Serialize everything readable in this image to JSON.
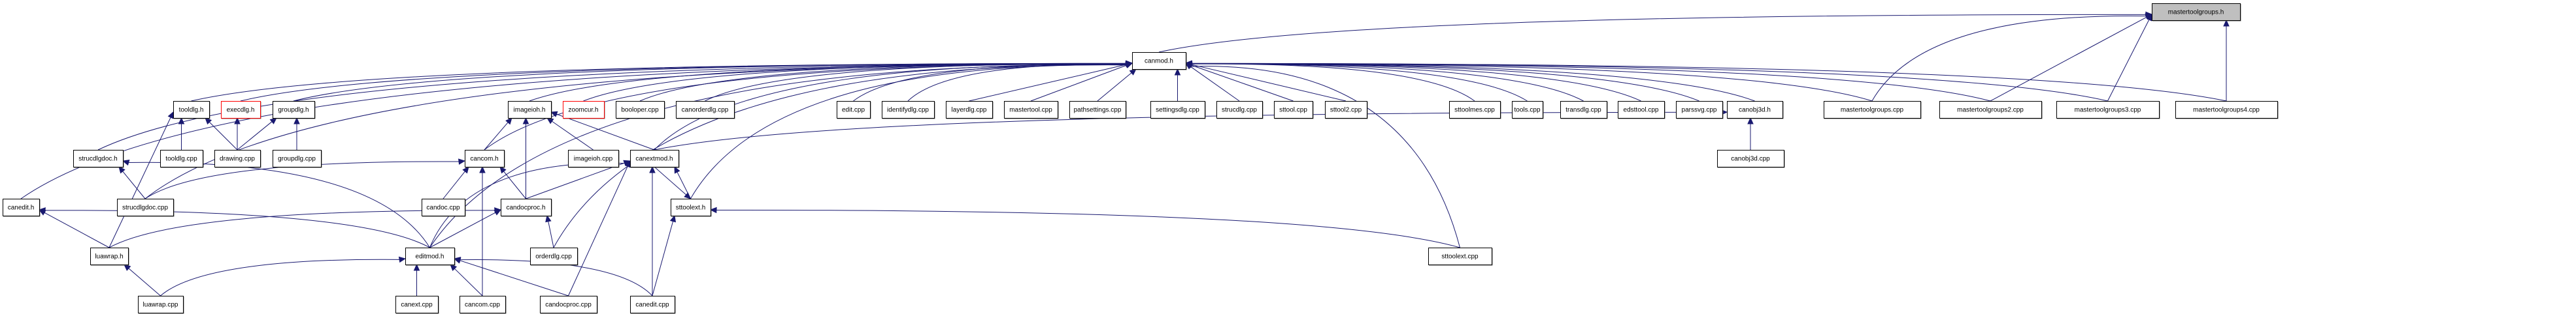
{
  "title": "mastertoolgroups.h",
  "colors": {
    "edge": "#191970",
    "root_fill": "#bfbfbf",
    "node_fill": "#ffffff",
    "node_border": "#000000",
    "missing_border": "#ff0000"
  },
  "nodes": [
    {
      "id": "mastertoolgroups_h",
      "label": "mastertoolgroups.h",
      "kind": "root"
    },
    {
      "id": "canmod_h",
      "label": "canmod.h",
      "kind": "normal"
    },
    {
      "id": "tooldlg_h",
      "label": "tooldlg.h",
      "kind": "normal"
    },
    {
      "id": "execdlg_h",
      "label": "execdlg.h",
      "kind": "missing"
    },
    {
      "id": "groupdlg_h",
      "label": "groupdlg.h",
      "kind": "normal"
    },
    {
      "id": "imageioh_h",
      "label": "imageioh.h",
      "kind": "normal"
    },
    {
      "id": "zoomcur_h",
      "label": "zoomcur.h",
      "kind": "missing"
    },
    {
      "id": "booloper_cpp",
      "label": "booloper.cpp",
      "kind": "normal"
    },
    {
      "id": "canorderdlg_cpp",
      "label": "canorderdlg.cpp",
      "kind": "normal"
    },
    {
      "id": "edit_cpp",
      "label": "edit.cpp",
      "kind": "normal"
    },
    {
      "id": "identifydlg_cpp",
      "label": "identifydlg.cpp",
      "kind": "normal"
    },
    {
      "id": "layerdlg_cpp",
      "label": "layerdlg.cpp",
      "kind": "normal"
    },
    {
      "id": "mastertool_cpp",
      "label": "mastertool.cpp",
      "kind": "normal"
    },
    {
      "id": "pathsettings_cpp",
      "label": "pathsettings.cpp",
      "kind": "normal"
    },
    {
      "id": "settingsdlg_cpp",
      "label": "settingsdlg.cpp",
      "kind": "normal"
    },
    {
      "id": "strucdlg_cpp",
      "label": "strucdlg.cpp",
      "kind": "normal"
    },
    {
      "id": "sttool_cpp",
      "label": "sttool.cpp",
      "kind": "normal"
    },
    {
      "id": "sttool2_cpp",
      "label": "sttool2.cpp",
      "kind": "normal"
    },
    {
      "id": "sttoolmes_cpp",
      "label": "sttoolmes.cpp",
      "kind": "normal"
    },
    {
      "id": "tools_cpp",
      "label": "tools.cpp",
      "kind": "normal"
    },
    {
      "id": "transdlg_cpp",
      "label": "transdlg.cpp",
      "kind": "normal"
    },
    {
      "id": "edsttool_cpp",
      "label": "edsttool.cpp",
      "kind": "normal"
    },
    {
      "id": "parssvg_cpp",
      "label": "parssvg.cpp",
      "kind": "normal"
    },
    {
      "id": "canobj3d_h",
      "label": "canobj3d.h",
      "kind": "normal"
    },
    {
      "id": "mastertoolgroups_cpp",
      "label": "mastertoolgroups.cpp",
      "kind": "normal"
    },
    {
      "id": "mastertoolgroups2_cpp",
      "label": "mastertoolgroups2.cpp",
      "kind": "normal"
    },
    {
      "id": "mastertoolgroups3_cpp",
      "label": "mastertoolgroups3.cpp",
      "kind": "normal"
    },
    {
      "id": "mastertoolgroups4_cpp",
      "label": "mastertoolgroups4.cpp",
      "kind": "normal"
    },
    {
      "id": "strucdlgdoc_h",
      "label": "strucdlgdoc.h",
      "kind": "normal"
    },
    {
      "id": "tooldlg_cpp",
      "label": "tooldlg.cpp",
      "kind": "normal"
    },
    {
      "id": "drawing_cpp",
      "label": "drawing.cpp",
      "kind": "normal"
    },
    {
      "id": "groupdlg_cpp",
      "label": "groupdlg.cpp",
      "kind": "normal"
    },
    {
      "id": "cancom_h",
      "label": "cancom.h",
      "kind": "normal"
    },
    {
      "id": "imageioh_cpp",
      "label": "imageioh.cpp",
      "kind": "normal"
    },
    {
      "id": "canextmod_h",
      "label": "canextmod.h",
      "kind": "normal"
    },
    {
      "id": "canobj3d_cpp",
      "label": "canobj3d.cpp",
      "kind": "normal"
    },
    {
      "id": "canedit_h",
      "label": "canedit.h",
      "kind": "normal"
    },
    {
      "id": "strucdlgdoc_cpp",
      "label": "strucdlgdoc.cpp",
      "kind": "normal"
    },
    {
      "id": "candoc_cpp",
      "label": "candoc.cpp",
      "kind": "normal"
    },
    {
      "id": "candocproc_h",
      "label": "candocproc.h",
      "kind": "normal"
    },
    {
      "id": "sttoolext_h",
      "label": "sttoolext.h",
      "kind": "normal"
    },
    {
      "id": "luawrap_h",
      "label": "luawrap.h",
      "kind": "normal"
    },
    {
      "id": "editmod_h",
      "label": "editmod.h",
      "kind": "normal"
    },
    {
      "id": "orderdlg_cpp",
      "label": "orderdlg.cpp",
      "kind": "normal"
    },
    {
      "id": "sttoolext_cpp",
      "label": "sttoolext.cpp",
      "kind": "normal"
    },
    {
      "id": "luawrap_cpp",
      "label": "luawrap.cpp",
      "kind": "normal"
    },
    {
      "id": "canext_cpp",
      "label": "canext.cpp",
      "kind": "normal"
    },
    {
      "id": "cancom_cpp",
      "label": "cancom.cpp",
      "kind": "normal"
    },
    {
      "id": "candocproc_cpp",
      "label": "candocproc.cpp",
      "kind": "normal"
    },
    {
      "id": "canedit_cpp",
      "label": "canedit.cpp",
      "kind": "normal"
    }
  ],
  "edges": [
    {
      "from": "canmod_h",
      "to": "mastertoolgroups_h"
    },
    {
      "from": "mastertoolgroups_cpp",
      "to": "mastertoolgroups_h"
    },
    {
      "from": "mastertoolgroups2_cpp",
      "to": "mastertoolgroups_h"
    },
    {
      "from": "mastertoolgroups3_cpp",
      "to": "mastertoolgroups_h"
    },
    {
      "from": "mastertoolgroups4_cpp",
      "to": "mastertoolgroups_h"
    },
    {
      "from": "tooldlg_h",
      "to": "canmod_h"
    },
    {
      "from": "execdlg_h",
      "to": "canmod_h"
    },
    {
      "from": "groupdlg_h",
      "to": "canmod_h"
    },
    {
      "from": "imageioh_h",
      "to": "canmod_h"
    },
    {
      "from": "zoomcur_h",
      "to": "canmod_h"
    },
    {
      "from": "booloper_cpp",
      "to": "canmod_h"
    },
    {
      "from": "canorderdlg_cpp",
      "to": "canmod_h"
    },
    {
      "from": "edit_cpp",
      "to": "canmod_h"
    },
    {
      "from": "identifydlg_cpp",
      "to": "canmod_h"
    },
    {
      "from": "layerdlg_cpp",
      "to": "canmod_h"
    },
    {
      "from": "mastertool_cpp",
      "to": "canmod_h"
    },
    {
      "from": "pathsettings_cpp",
      "to": "canmod_h"
    },
    {
      "from": "settingsdlg_cpp",
      "to": "canmod_h"
    },
    {
      "from": "strucdlg_cpp",
      "to": "canmod_h"
    },
    {
      "from": "sttool_cpp",
      "to": "canmod_h"
    },
    {
      "from": "sttool2_cpp",
      "to": "canmod_h"
    },
    {
      "from": "sttoolmes_cpp",
      "to": "canmod_h"
    },
    {
      "from": "tools_cpp",
      "to": "canmod_h"
    },
    {
      "from": "transdlg_cpp",
      "to": "canmod_h"
    },
    {
      "from": "edsttool_cpp",
      "to": "canmod_h"
    },
    {
      "from": "parssvg_cpp",
      "to": "canmod_h"
    },
    {
      "from": "canobj3d_h",
      "to": "canmod_h"
    },
    {
      "from": "mastertoolgroups_cpp",
      "to": "canmod_h"
    },
    {
      "from": "mastertoolgroups2_cpp",
      "to": "canmod_h"
    },
    {
      "from": "mastertoolgroups3_cpp",
      "to": "canmod_h"
    },
    {
      "from": "mastertoolgroups4_cpp",
      "to": "canmod_h"
    },
    {
      "from": "strucdlgdoc_h",
      "to": "canmod_h"
    },
    {
      "from": "canedit_h",
      "to": "canmod_h"
    },
    {
      "from": "strucdlgdoc_cpp",
      "to": "canmod_h"
    },
    {
      "from": "cancom_h",
      "to": "canmod_h"
    },
    {
      "from": "editmod_h",
      "to": "canmod_h"
    },
    {
      "from": "orderdlg_cpp",
      "to": "canmod_h"
    },
    {
      "from": "canextmod_h",
      "to": "canmod_h"
    },
    {
      "from": "sttoolext_h",
      "to": "canmod_h"
    },
    {
      "from": "sttoolext_cpp",
      "to": "canmod_h"
    },
    {
      "from": "luawrap_h",
      "to": "tooldlg_h"
    },
    {
      "from": "tooldlg_cpp",
      "to": "tooldlg_h"
    },
    {
      "from": "drawing_cpp",
      "to": "tooldlg_h"
    },
    {
      "from": "drawing_cpp",
      "to": "execdlg_h"
    },
    {
      "from": "drawing_cpp",
      "to": "groupdlg_h"
    },
    {
      "from": "groupdlg_cpp",
      "to": "groupdlg_h"
    },
    {
      "from": "cancom_h",
      "to": "imageioh_h"
    },
    {
      "from": "candocproc_h",
      "to": "imageioh_h"
    },
    {
      "from": "imageioh_cpp",
      "to": "imageioh_h"
    },
    {
      "from": "canextmod_h",
      "to": "imageioh_h"
    },
    {
      "from": "canextmod_h",
      "to": "canobj3d_h"
    },
    {
      "from": "canobj3d_cpp",
      "to": "canobj3d_h"
    },
    {
      "from": "strucdlgdoc_cpp",
      "to": "strucdlgdoc_h"
    },
    {
      "from": "editmod_h",
      "to": "strucdlgdoc_h"
    },
    {
      "from": "candoc_cpp",
      "to": "cancom_h"
    },
    {
      "from": "candocproc_h",
      "to": "cancom_h"
    },
    {
      "from": "cancom_cpp",
      "to": "cancom_h"
    },
    {
      "from": "strucdlgdoc_cpp",
      "to": "cancom_h"
    },
    {
      "from": "candocproc_h",
      "to": "canextmod_h"
    },
    {
      "from": "editmod_h",
      "to": "canextmod_h"
    },
    {
      "from": "sttoolext_h",
      "to": "canextmod_h"
    },
    {
      "from": "candocproc_cpp",
      "to": "canextmod_h"
    },
    {
      "from": "canedit_cpp",
      "to": "canextmod_h"
    },
    {
      "from": "canextmod_h",
      "to": "sttoolext_h"
    },
    {
      "from": "canedit_cpp",
      "to": "sttoolext_h"
    },
    {
      "from": "sttoolext_cpp",
      "to": "sttoolext_h"
    },
    {
      "from": "luawrap_h",
      "to": "canedit_h"
    },
    {
      "from": "editmod_h",
      "to": "canedit_h"
    },
    {
      "from": "editmod_h",
      "to": "candocproc_h"
    },
    {
      "from": "luawrap_h",
      "to": "candocproc_h"
    },
    {
      "from": "orderdlg_cpp",
      "to": "candocproc_h"
    },
    {
      "from": "luawrap_cpp",
      "to": "luawrap_h"
    },
    {
      "from": "luawrap_cpp",
      "to": "editmod_h"
    },
    {
      "from": "canext_cpp",
      "to": "editmod_h"
    },
    {
      "from": "cancom_cpp",
      "to": "editmod_h"
    },
    {
      "from": "candocproc_cpp",
      "to": "editmod_h"
    },
    {
      "from": "canedit_cpp",
      "to": "editmod_h"
    }
  ]
}
